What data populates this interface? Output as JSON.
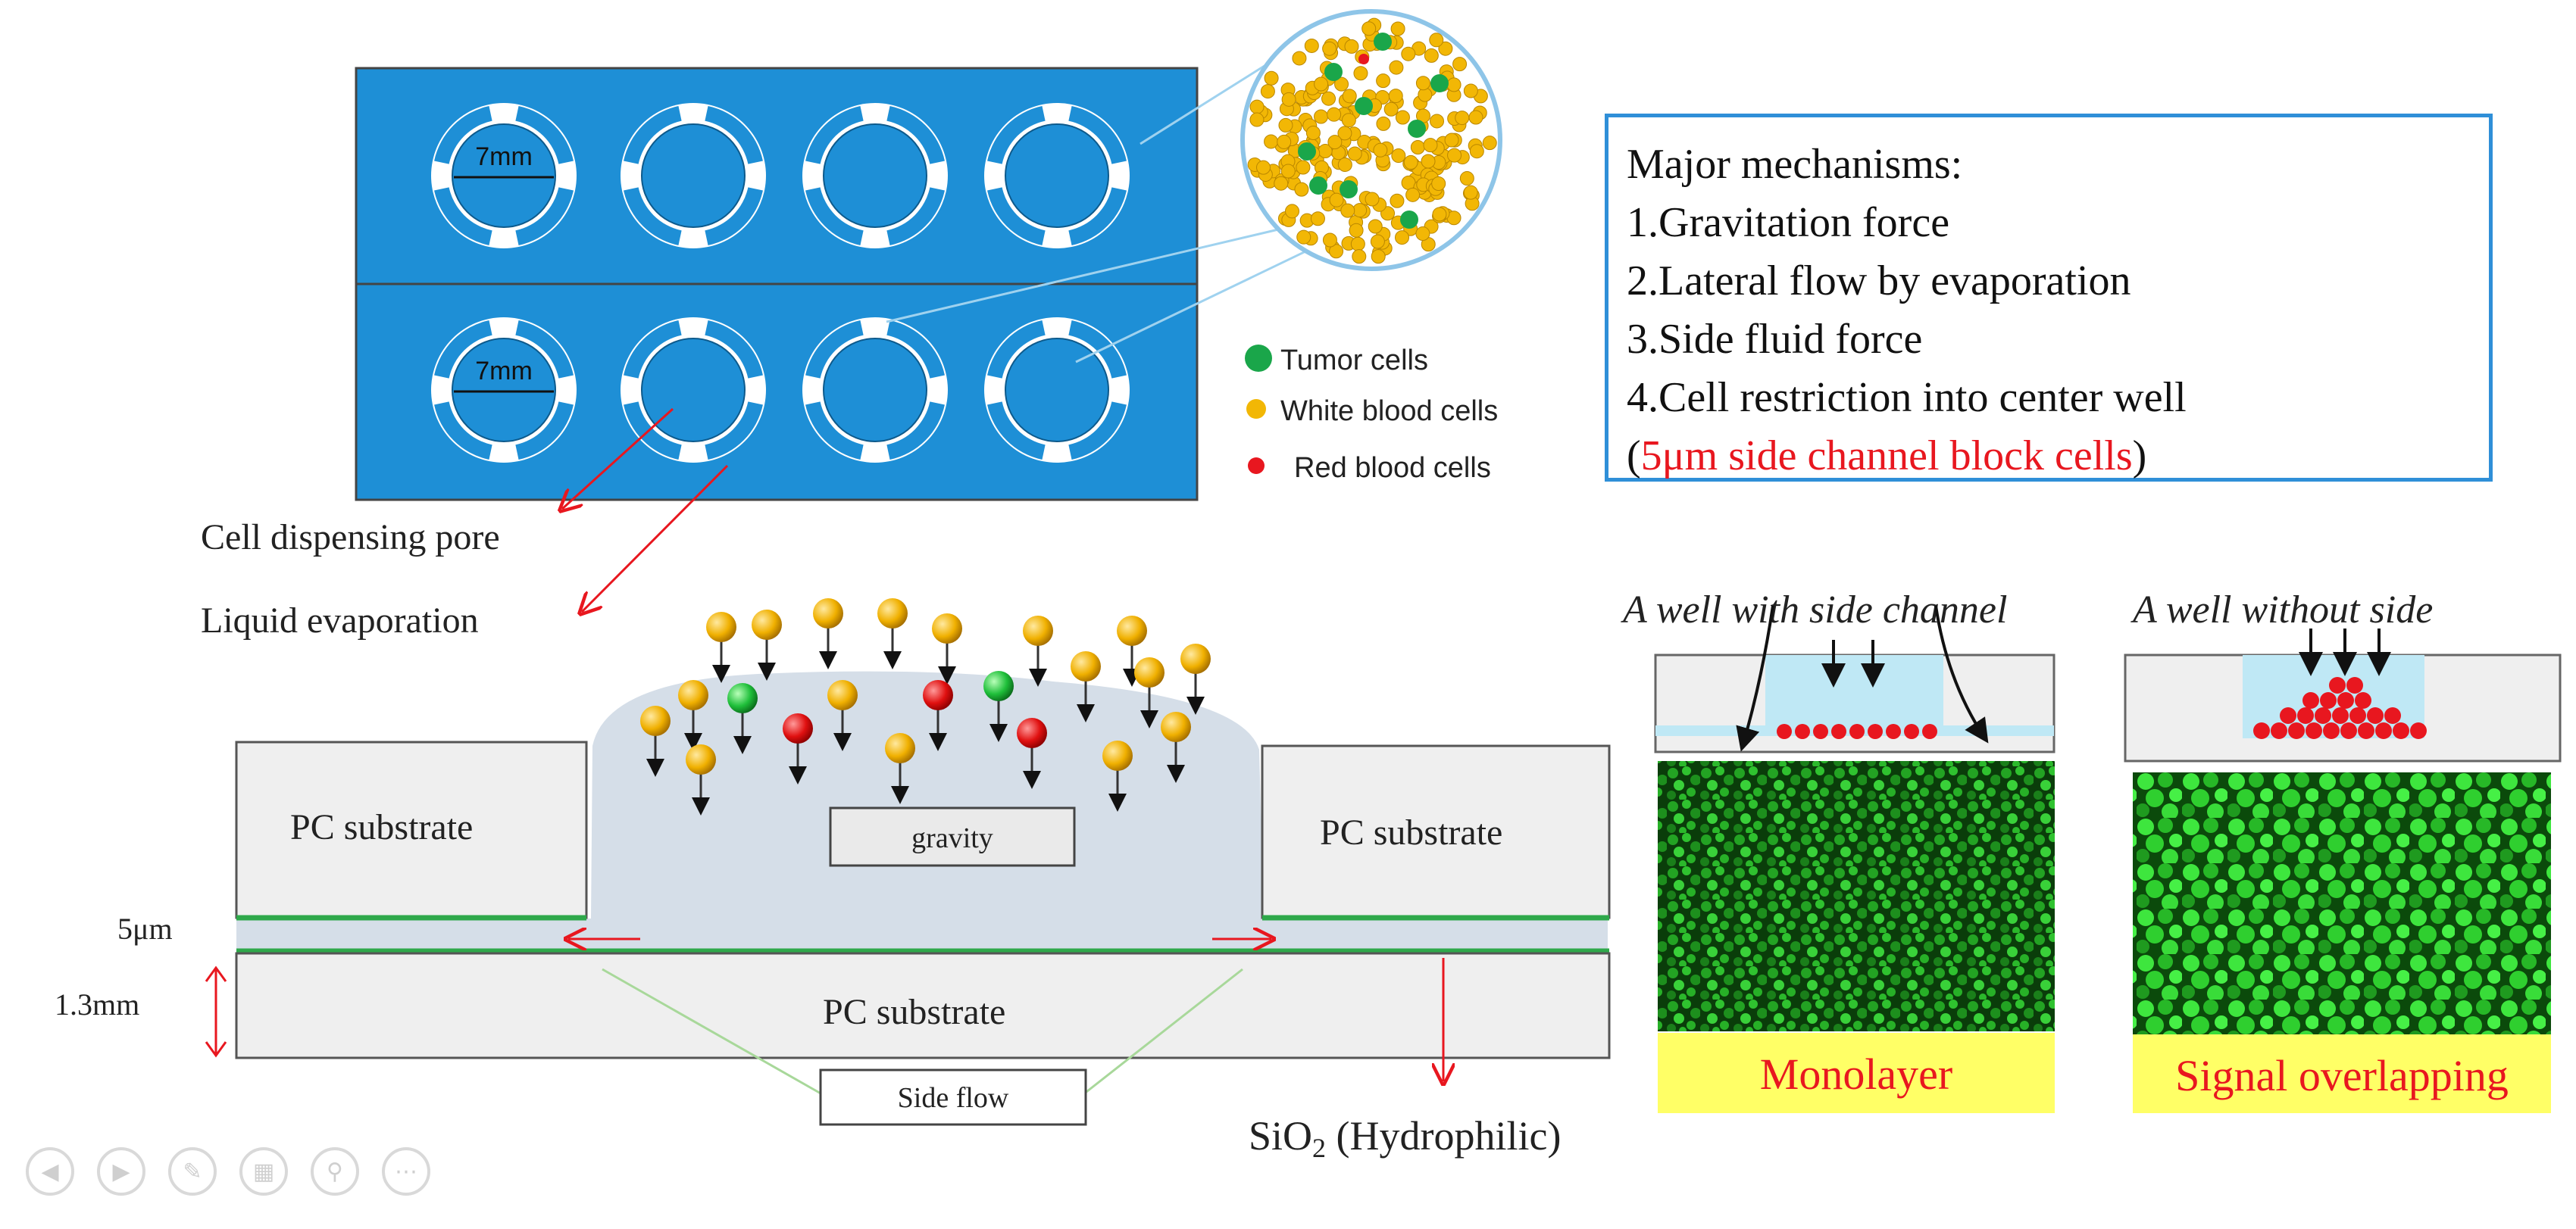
{
  "plate": {
    "well_label_top": "7mm",
    "well_label_bottom": "7mm"
  },
  "legend": {
    "items": [
      {
        "label": "Tumor cells",
        "color": "#1aa64a"
      },
      {
        "label": "White blood cells",
        "color": "#f2b705"
      },
      {
        "label": "Red blood  cells",
        "color": "#e8171f"
      }
    ]
  },
  "mechanisms": {
    "heading": "Major mechanisms:",
    "items": [
      "1.Gravitation force",
      "2.Lateral flow by evaporation",
      "3.Side fluid force",
      "4.Cell restriction into center well"
    ],
    "note_open": "(",
    "note_red": "5μm side channel block cells",
    "note_close": ")"
  },
  "cross_section": {
    "label_pore": "Cell dispensing pore",
    "label_evap": "Liquid evaporation",
    "left_substrate": "PC substrate",
    "right_substrate": "PC substrate",
    "bottom_substrate": "PC substrate",
    "gravity": "gravity",
    "side_flow": "Side flow",
    "gap_label": "5μm",
    "thickness_label": "1.3mm",
    "sio2_main": "SiO",
    "sio2_sub": "2",
    "sio2_rest": " (Hydrophilic)"
  },
  "comparison": {
    "left_title": "A well with side channel",
    "right_title": "A well without side",
    "left_caption": "Monolayer",
    "right_caption": "Signal overlapping"
  },
  "colors": {
    "well_blue": "#1e8fd6",
    "box_border": "#2f8fd8",
    "caption_bg": "#ffff66",
    "caption_text": "#e8171f",
    "green_layer": "#2ea84a",
    "droplet": "#d5dee8"
  },
  "controls": {
    "icons": [
      "prev-icon",
      "next-icon",
      "pen-icon",
      "slides-icon",
      "zoom-icon",
      "more-icon"
    ]
  }
}
